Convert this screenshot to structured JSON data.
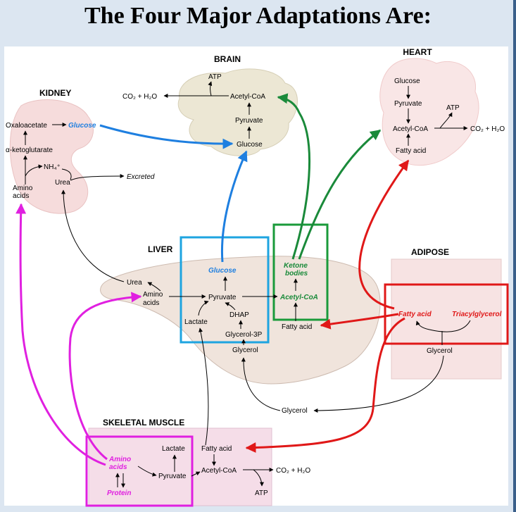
{
  "title": "The Four Major Adaptations Are:",
  "organs": {
    "brain": "BRAIN",
    "heart": "HEART",
    "kidney": "KIDNEY",
    "liver": "LIVER",
    "adipose": "ADIPOSE",
    "muscle": "SKELETAL MUSCLE"
  },
  "brain": {
    "atp": "ATP",
    "co2_h2o": "CO₂ + H₂O",
    "acetyl_coa": "Acetyl-CoA",
    "pyruvate": "Pyruvate",
    "glucose": "Glucose"
  },
  "heart": {
    "glucose": "Glucose",
    "pyruvate": "Pyruvate",
    "atp": "ATP",
    "acetyl_coa": "Acetyl-CoA",
    "co2_h2o": "CO₂ + H₂O",
    "fatty_acid": "Fatty acid"
  },
  "kidney": {
    "oxaloacetate": "Oxaloacetate",
    "glucose": "Glucose",
    "ketoglutarate": "α-ketoglutarate",
    "nh4": "NH₄⁺",
    "urea": "Urea",
    "excreted": "Excreted",
    "amino": "Amino",
    "acids": "acids"
  },
  "liver": {
    "glucose": "Glucose",
    "ketone": "Ketone",
    "bodies": "bodies",
    "urea": "Urea",
    "amino": "Amino",
    "acids": "acids",
    "pyruvate": "Pyruvate",
    "acetyl_coa": "Acetyl-CoA",
    "dhap": "DHAP",
    "lactate": "Lactate",
    "glycerol3p": "Glycerol-3P",
    "fatty_acid": "Fatty acid",
    "glycerol": "Glycerol"
  },
  "adipose": {
    "fatty_acid": "Fatty acid",
    "tag": "Triacylglycerol",
    "glycerol": "Glycerol"
  },
  "blood": {
    "glycerol": "Glycerol"
  },
  "muscle": {
    "lactate": "Lactate",
    "fatty_acid": "Fatty acid",
    "amino": "Amino",
    "acids": "acids",
    "pyruvate": "Pyruvate",
    "acetyl_coa": "Acetyl-CoA",
    "co2_h2o": "CO₂ + H₂O",
    "protein": "Protein",
    "atp": "ATP"
  },
  "colors": {
    "blue": "#1e7fe0",
    "green": "#1a8a3a",
    "red": "#e01818",
    "magenta": "#e020e0",
    "liver": "#f0e4dc",
    "tissue": "#fbe8ec"
  }
}
